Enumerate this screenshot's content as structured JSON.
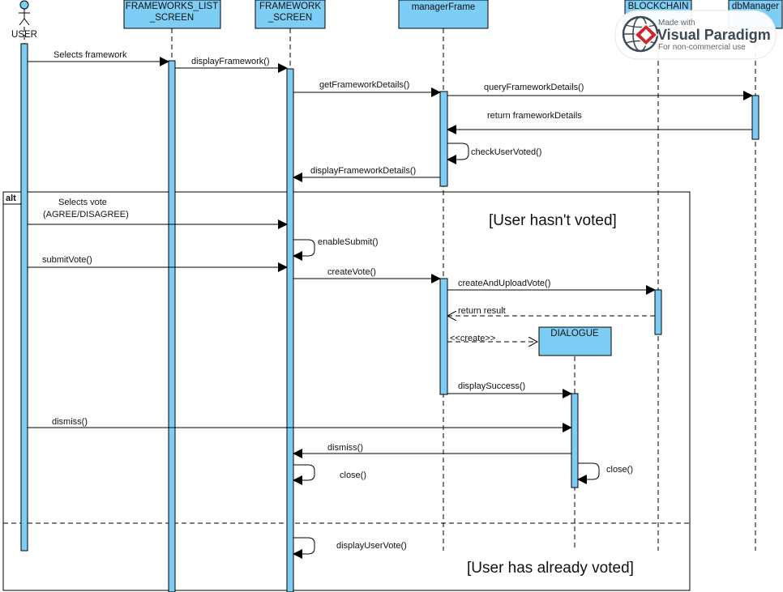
{
  "actor": {
    "label": "USER"
  },
  "lifelines": {
    "frameworks_list_line1": "FRAMEWORKS_LIST",
    "frameworks_list_line2": "_SCREEN",
    "framework_line1": "FRAMEWORK",
    "framework_line2": "_SCREEN",
    "manager": "managerFrame",
    "blockchain": "BLOCKCHAIN",
    "dbmanager": "dbManager",
    "dialogue": "DIALOGUE"
  },
  "messages": {
    "selects_framework": "Selects framework",
    "display_framework": "displayFramework()",
    "get_framework_details": "getFrameworkDetails()",
    "query_framework_details": "queryFrameworkDetails()",
    "return_framework_details": "return frameworkDetails",
    "check_user_voted": "checkUserVoted()",
    "display_framework_details": "displayFrameworkDetails()",
    "selects_vote_line1": "Selects vote",
    "selects_vote_line2": "(AGREE/DISAGREE)",
    "enable_submit": "enableSubmit()",
    "submit_vote": "submitVote()",
    "create_vote": "createVote()",
    "create_and_upload_vote": "createAndUploadVote()",
    "return_result": "return result",
    "create": "<<create>>",
    "display_success": "displaySuccess()",
    "dismiss_user": "dismiss()",
    "dismiss_dialog": "dismiss()",
    "close_framework": "close()",
    "close_dialog": "close()",
    "display_user_vote": "displayUserVote()"
  },
  "fragment": {
    "operator": "alt",
    "guard_1": "[User hasn't voted]",
    "guard_2": "[User has already voted]"
  },
  "watermark": {
    "line1": "Made with",
    "line2": "Visual Paradigm",
    "line3": "For non-commercial use"
  },
  "colors": {
    "box_fill": "#7ecdf4",
    "stroke": "#000000"
  }
}
